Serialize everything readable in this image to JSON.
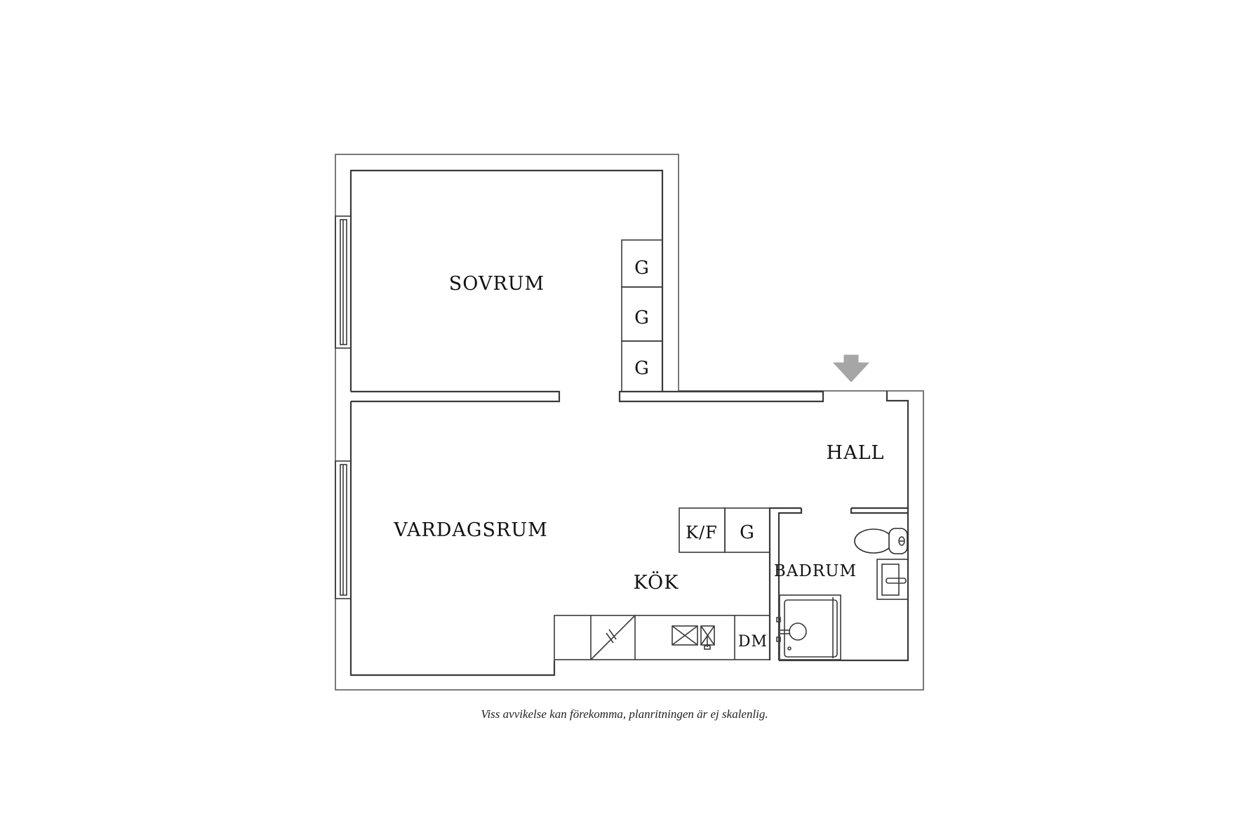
{
  "floorplan": {
    "rooms": {
      "sovrum": "SOVRUM",
      "vardagsrum": "VARDAGSRUM",
      "hall": "HALL",
      "kok": "KÖK",
      "badrum": "BADRUM"
    },
    "fixtures": {
      "wardrobe_1": "G",
      "wardrobe_2": "G",
      "wardrobe_3": "G",
      "fridge_freezer": "K/F",
      "kitchen_wardrobe": "G",
      "dishwasher": "DM"
    },
    "entrance_arrow_color": "#a6a6a6",
    "wall_color": "#3a3a3a"
  },
  "disclaimer": "Viss avvikelse kan förekomma, planritningen är ej skalenlig."
}
